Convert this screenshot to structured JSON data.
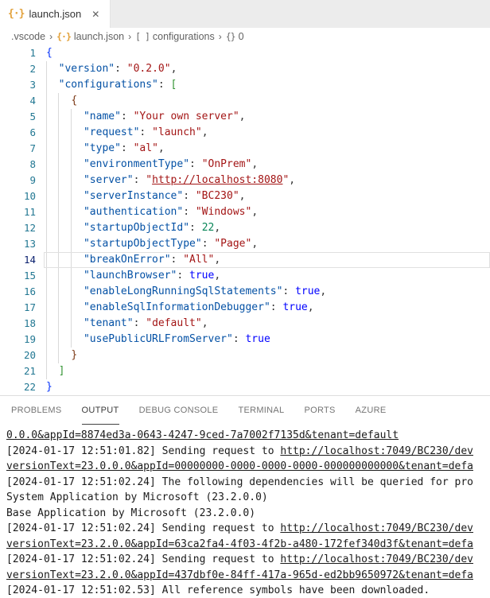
{
  "tab": {
    "icon": "{·}",
    "label": "launch.json",
    "close": "✕"
  },
  "breadcrumb": {
    "separator": "›",
    "items": [
      {
        "label": ".vscode"
      },
      {
        "icon": "{·}",
        "label": "launch.json"
      },
      {
        "icon": "[ ]",
        "label": "configurations"
      },
      {
        "icon": "{}",
        "label": "0"
      }
    ]
  },
  "colors": {
    "json_icon": "#e2a13a",
    "key": "#0451a5",
    "string": "#a31515",
    "number": "#098658",
    "boolean": "#0000ff",
    "line_number": "#237893",
    "active_line_number": "#0b216f"
  },
  "editor": {
    "active_line": 14,
    "lines": [
      {
        "n": 1,
        "i": 0,
        "s": [
          [
            "b1",
            "{"
          ]
        ]
      },
      {
        "n": 2,
        "i": 2,
        "s": [
          [
            "key",
            "\"version\""
          ],
          [
            "punc",
            ": "
          ],
          [
            "str",
            "\"0.2.0\""
          ],
          [
            "punc",
            ","
          ]
        ]
      },
      {
        "n": 3,
        "i": 2,
        "s": [
          [
            "key",
            "\"configurations\""
          ],
          [
            "punc",
            ": "
          ],
          [
            "b2",
            "["
          ]
        ]
      },
      {
        "n": 4,
        "i": 4,
        "s": [
          [
            "b3",
            "{"
          ]
        ]
      },
      {
        "n": 5,
        "i": 6,
        "s": [
          [
            "key",
            "\"name\""
          ],
          [
            "punc",
            ": "
          ],
          [
            "str",
            "\"Your own server\""
          ],
          [
            "punc",
            ","
          ]
        ]
      },
      {
        "n": 6,
        "i": 6,
        "s": [
          [
            "key",
            "\"request\""
          ],
          [
            "punc",
            ": "
          ],
          [
            "str",
            "\"launch\""
          ],
          [
            "punc",
            ","
          ]
        ]
      },
      {
        "n": 7,
        "i": 6,
        "s": [
          [
            "key",
            "\"type\""
          ],
          [
            "punc",
            ": "
          ],
          [
            "str",
            "\"al\""
          ],
          [
            "punc",
            ","
          ]
        ]
      },
      {
        "n": 8,
        "i": 6,
        "s": [
          [
            "key",
            "\"environmentType\""
          ],
          [
            "punc",
            ": "
          ],
          [
            "str",
            "\"OnPrem\""
          ],
          [
            "punc",
            ","
          ]
        ]
      },
      {
        "n": 9,
        "i": 6,
        "s": [
          [
            "key",
            "\"server\""
          ],
          [
            "punc",
            ": "
          ],
          [
            "str",
            "\""
          ],
          [
            "lnk",
            "http://localhost:8080"
          ],
          [
            "str",
            "\""
          ],
          [
            "punc",
            ","
          ]
        ]
      },
      {
        "n": 10,
        "i": 6,
        "s": [
          [
            "key",
            "\"serverInstance\""
          ],
          [
            "punc",
            ": "
          ],
          [
            "str",
            "\"BC230\""
          ],
          [
            "punc",
            ","
          ]
        ]
      },
      {
        "n": 11,
        "i": 6,
        "s": [
          [
            "key",
            "\"authentication\""
          ],
          [
            "punc",
            ": "
          ],
          [
            "str",
            "\"Windows\""
          ],
          [
            "punc",
            ","
          ]
        ]
      },
      {
        "n": 12,
        "i": 6,
        "s": [
          [
            "key",
            "\"startupObjectId\""
          ],
          [
            "punc",
            ": "
          ],
          [
            "num",
            "22"
          ],
          [
            "punc",
            ","
          ]
        ]
      },
      {
        "n": 13,
        "i": 6,
        "s": [
          [
            "key",
            "\"startupObjectType\""
          ],
          [
            "punc",
            ": "
          ],
          [
            "str",
            "\"Page\""
          ],
          [
            "punc",
            ","
          ]
        ]
      },
      {
        "n": 14,
        "i": 6,
        "s": [
          [
            "key",
            "\"breakOnError\""
          ],
          [
            "punc",
            ": "
          ],
          [
            "str",
            "\"All\""
          ],
          [
            "punc",
            ","
          ]
        ]
      },
      {
        "n": 15,
        "i": 6,
        "s": [
          [
            "key",
            "\"launchBrowser\""
          ],
          [
            "punc",
            ": "
          ],
          [
            "bool",
            "true"
          ],
          [
            "punc",
            ","
          ]
        ]
      },
      {
        "n": 16,
        "i": 6,
        "s": [
          [
            "key",
            "\"enableLongRunningSqlStatements\""
          ],
          [
            "punc",
            ": "
          ],
          [
            "bool",
            "true"
          ],
          [
            "punc",
            ","
          ]
        ]
      },
      {
        "n": 17,
        "i": 6,
        "s": [
          [
            "key",
            "\"enableSqlInformationDebugger\""
          ],
          [
            "punc",
            ": "
          ],
          [
            "bool",
            "true"
          ],
          [
            "punc",
            ","
          ]
        ]
      },
      {
        "n": 18,
        "i": 6,
        "s": [
          [
            "key",
            "\"tenant\""
          ],
          [
            "punc",
            ": "
          ],
          [
            "str",
            "\"default\""
          ],
          [
            "punc",
            ","
          ]
        ]
      },
      {
        "n": 19,
        "i": 6,
        "s": [
          [
            "key",
            "\"usePublicURLFromServer\""
          ],
          [
            "punc",
            ": "
          ],
          [
            "bool",
            "true"
          ]
        ]
      },
      {
        "n": 20,
        "i": 4,
        "s": [
          [
            "b3",
            "}"
          ]
        ]
      },
      {
        "n": 21,
        "i": 2,
        "s": [
          [
            "b2",
            "]"
          ]
        ]
      },
      {
        "n": 22,
        "i": 0,
        "s": [
          [
            "b1",
            "}"
          ]
        ]
      }
    ]
  },
  "panel": {
    "tabs": [
      {
        "label": "PROBLEMS",
        "active": false
      },
      {
        "label": "OUTPUT",
        "active": true
      },
      {
        "label": "DEBUG CONSOLE",
        "active": false
      },
      {
        "label": "TERMINAL",
        "active": false
      },
      {
        "label": "PORTS",
        "active": false
      },
      {
        "label": "AZURE",
        "active": false
      }
    ]
  },
  "output": {
    "lines": [
      [
        [
          "u",
          "0.0.0&appId=8874ed3a-0643-4247-9ced-7a7002f7135d&tenant=default"
        ]
      ],
      [
        [
          "t",
          "[2024-01-17 12:51:01.82] Sending request to "
        ],
        [
          "u",
          "http://localhost:7049/BC230/dev"
        ]
      ],
      [
        [
          "u",
          "versionText=23.0.0.0&appId=00000000-0000-0000-0000-000000000000&tenant=defa"
        ]
      ],
      [
        [
          "t",
          "[2024-01-17 12:51:02.24] The following dependencies will be queried for pro"
        ]
      ],
      [
        [
          "t",
          "System Application by Microsoft (23.2.0.0)"
        ]
      ],
      [
        [
          "t",
          "Base Application by Microsoft (23.2.0.0)"
        ]
      ],
      [
        [
          "t",
          "[2024-01-17 12:51:02.24] Sending request to "
        ],
        [
          "u",
          "http://localhost:7049/BC230/dev"
        ]
      ],
      [
        [
          "u",
          "versionText=23.2.0.0&appId=63ca2fa4-4f03-4f2b-a480-172fef340d3f&tenant=defa"
        ]
      ],
      [
        [
          "t",
          "[2024-01-17 12:51:02.24] Sending request to "
        ],
        [
          "u",
          "http://localhost:7049/BC230/dev"
        ]
      ],
      [
        [
          "u",
          "versionText=23.2.0.0&appId=437dbf0e-84ff-417a-965d-ed2bb9650972&tenant=defa"
        ]
      ],
      [
        [
          "t",
          "[2024-01-17 12:51:02.53] All reference symbols have been downloaded."
        ]
      ]
    ]
  }
}
